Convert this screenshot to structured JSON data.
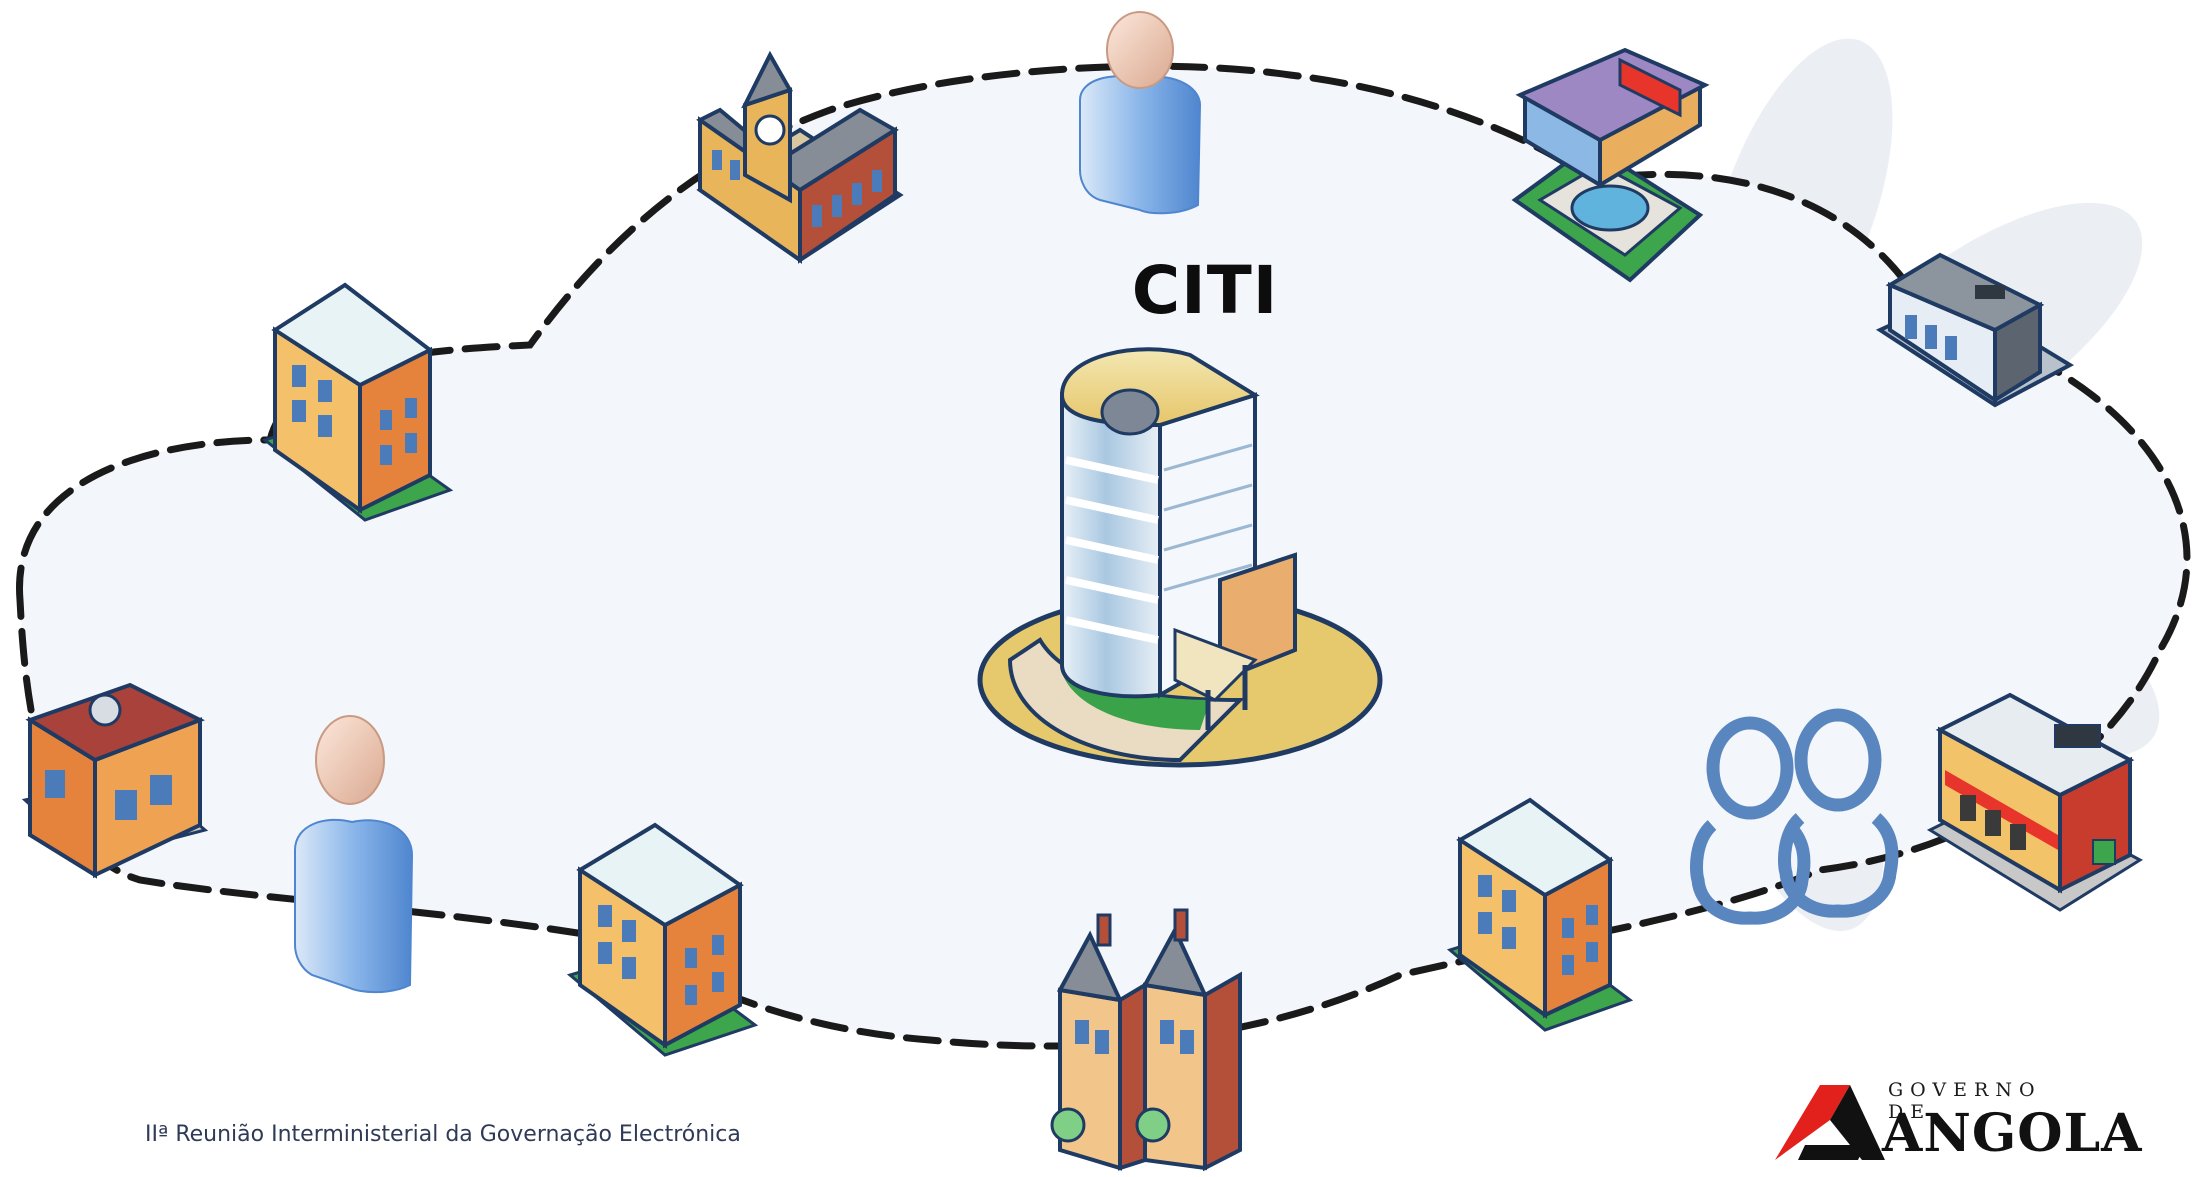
{
  "diagram": {
    "center_label": "CITI",
    "nodes": [
      {
        "name": "town-hall-icon"
      },
      {
        "name": "citizen-icon"
      },
      {
        "name": "hotel-icon"
      },
      {
        "name": "datacenter-icon"
      },
      {
        "name": "apartment-building-icon"
      },
      {
        "name": "central-building-icon"
      },
      {
        "name": "shop-building-icon"
      },
      {
        "name": "citizen-icon"
      },
      {
        "name": "apartment-building-icon"
      },
      {
        "name": "houses-icon"
      },
      {
        "name": "apartment-building-icon"
      },
      {
        "name": "community-group-icon"
      },
      {
        "name": "store-icon"
      }
    ]
  },
  "footer": {
    "text": "IIª Reunião Interministerial da Governação Electrónica"
  },
  "logo": {
    "top_text": "GOVERNO DE",
    "main_text": "ANGOLA",
    "colors": {
      "red": "#e3211c",
      "black": "#111111"
    }
  }
}
